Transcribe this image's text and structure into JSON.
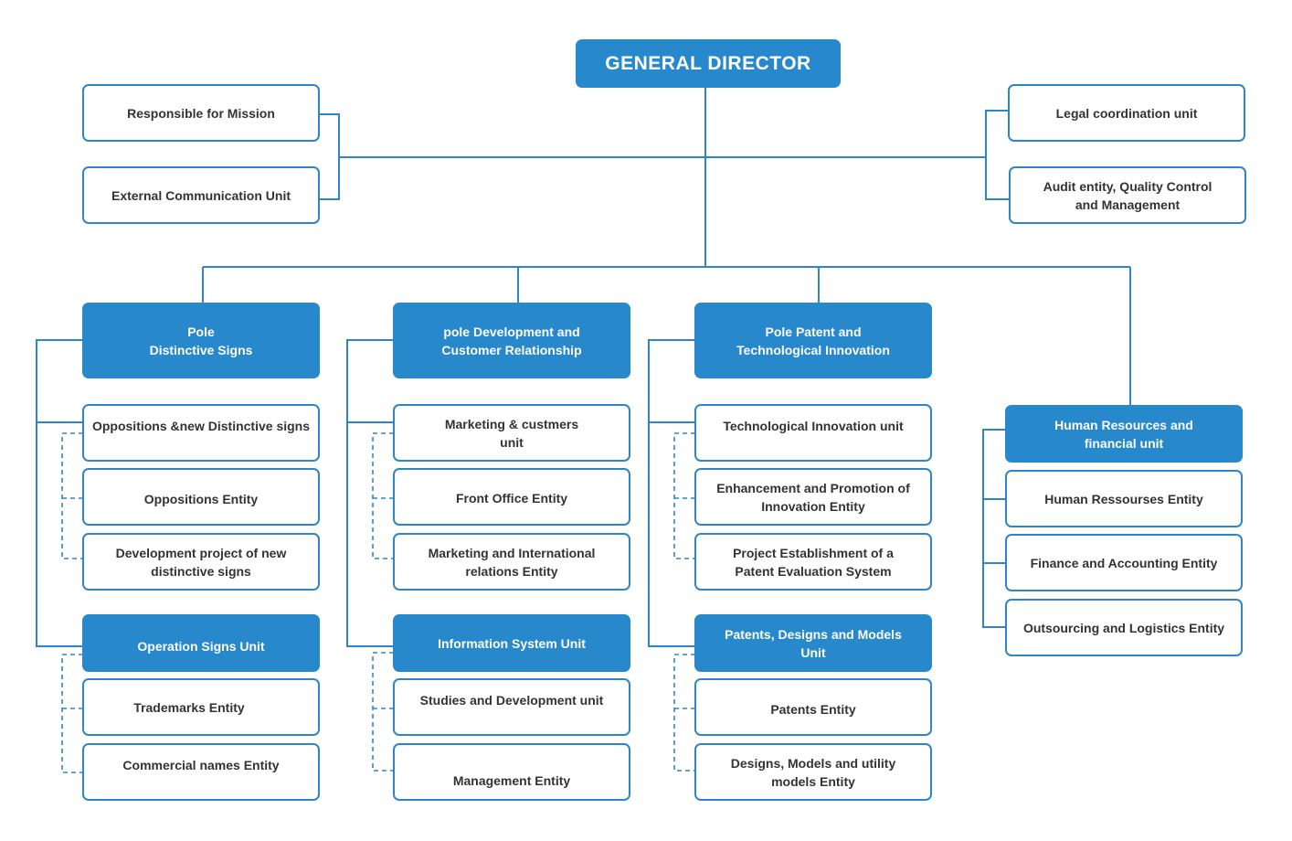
{
  "colors": {
    "accent": "#2888cc",
    "line": "#2e86c8",
    "text": "#333333"
  },
  "org_chart": {
    "general_director": "GENERAL DIRECTOR",
    "staff_left": [
      "Responsible for Mission",
      "External Communication Unit"
    ],
    "staff_right": [
      "Legal coordination unit",
      "Audit entity, Quality Control\nand Management"
    ],
    "pole_distinctive_signs": {
      "title": "Pole\nDistinctive Signs",
      "sub_unit_1": "Oppositions &new Distinctive signs",
      "entities_1": [
        "Oppositions Entity",
        "Development project of new\ndistinctive signs"
      ],
      "sub_unit_2": "Operation Signs Unit",
      "entities_2": [
        "Trademarks Entity",
        "Commercial names Entity"
      ]
    },
    "pole_development": {
      "title": "pole Development and\nCustomer Relationship",
      "sub_unit_1": "Marketing & custmers\nunit",
      "entities_1": [
        "Front Office Entity",
        "Marketing and International\nrelations Entity"
      ],
      "sub_unit_2": "Information System Unit",
      "entities_2": [
        "Studies and Development unit",
        "Management Entity"
      ]
    },
    "pole_patent": {
      "title": "Pole Patent and\nTechnological Innovation",
      "sub_unit_1": "Technological Innovation unit",
      "entities_1": [
        "Enhancement and Promotion of\nInnovation Entity",
        "Project Establishment of a\nPatent Evaluation System"
      ],
      "sub_unit_2": "Patents, Designs and Models\nUnit",
      "entities_2": [
        "Patents Entity",
        "Designs, Models and utility\nmodels Entity"
      ]
    },
    "hr_unit": {
      "title": "Human Resources and\nfinancial unit",
      "entities": [
        "Human Ressourses Entity",
        "Finance and Accounting Entity",
        "Outsourcing and Logistics Entity"
      ]
    }
  }
}
